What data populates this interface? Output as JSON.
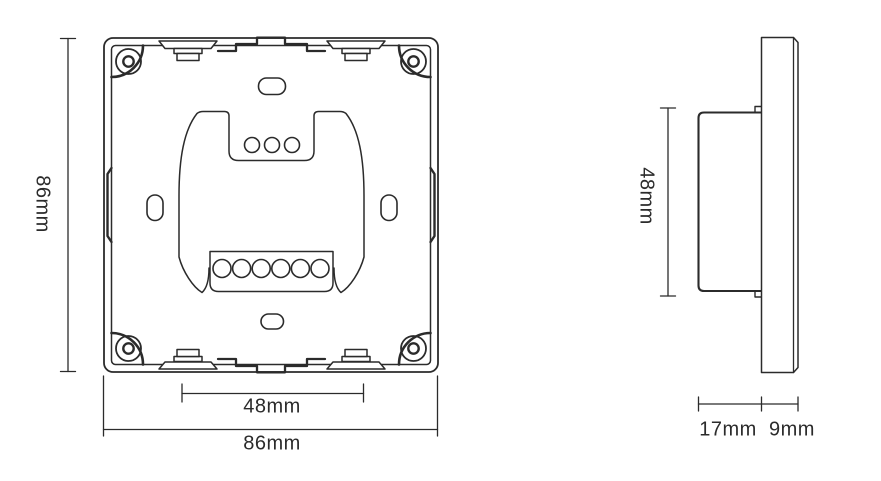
{
  "diagram_type": "technical-drawing",
  "views": {
    "front": {
      "height_dimension": "86mm",
      "width_dimension": "86mm",
      "inner_width_dimension": "48mm"
    },
    "side": {
      "height_dimension": "48mm",
      "back_depth_dimension": "17mm",
      "front_depth_dimension": "9mm"
    }
  },
  "colors": {
    "line": "#2b2b2b",
    "background": "#ffffff"
  }
}
